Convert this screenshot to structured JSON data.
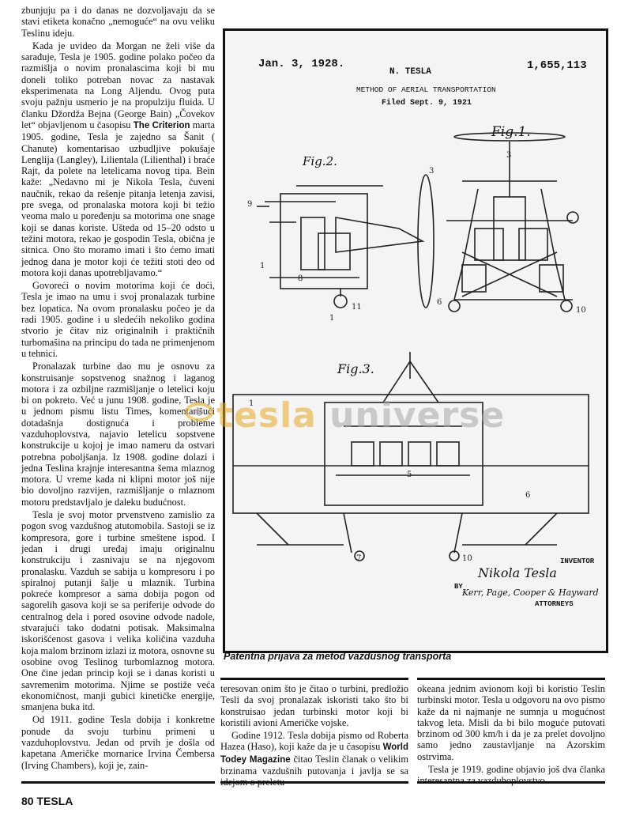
{
  "col1": {
    "p1": "zbunjuju pa i do danas ne dozvoljavaju da se stavi etiketa konačno „nemoguće“ na ovu veliku Teslinu ideju.",
    "p2a": "Kada je uvideo da Morgan ne želi više da sarađuje, Tesla je 1905. godine polako počeo da razmišlja o novim pronalascima koji bi mu doneli toliko potreban novac za nastavak eksperimenata na Long Aljendu. Ovog puta svoju pažnju usmerio je na propulziju fluida. U članku Džordža Bejna (George Bain) „Čovekov let“ objavljenom u časopisu ",
    "p2mag": "The Criterion",
    "p2b": " marta 1905. godine, Tesla je zajedno sa Šanit ( Chanute) komentarisao uzbudljive pokušaje Lenglija (Langley), Lilientala (Lilienthal) i braće Rajt, da polete na letelicama novog tipa. Bein kaže: „Nedavno mi je Nikola Tesla, čuveni naučnik, rekao da rešenje pitanja letenja zavisi, pre svega, od pronalaska motora koji bi težio veoma malo u poređenju sa motorima one snage koji se danas koriste. Ušteda od 15–20 odsto u težini motora, rekao je gospodin Tesla, obična je sitnica. Ono što moramo imati i što ćemo imati jednog dana je motor koji će težiti stoti deo od motora koji danas upotrebljavamo.“",
    "p3": "Govoreći o novim motorima koji će doći, Tesla je imao na umu i svoj pronalazak turbine bez lopatica. Na ovom pronalasku počeo je da radi 1905. godine i u sledećih nekoliko godina stvorio je čitav niz originalnih i praktičnih turbomašina na principu do tada ne primenjenom u tehnici.",
    "p4": "Pronalazak turbine dao mu je osnovu za konstruisanje sopstvenog snažnog i laganog motora i za ozbiljne razmišljanje o letelici koju bi on pokreto. Već u junu 1908. godine, Tesla je u jednom pismu listu Times, komentarišući dotadašnja dostignuća i probleme vazduhoplovstva, najavio letelicu sopstvene konstrukcije u kojoj je imao nameru da ostvari potrebna poboljšanja. Iz 1908. godine dolazi i jedna Teslina krajnje interesantna šema mlaznog motora. U vreme kada ni klipni motor još nije bio dovoljno razvijen, razmišljanje o mlaznom motoru predstavljalo je daleku budućnost.",
    "p5": "Tesla je svoj motor prvenstveno zamislio za pogon svog vazdušnog atutomobila. Sastoji se iz kompresora, gore i turbine smeštene ispod. I jedan i drugi uređaj imaju originalnu konstrukciju i zasnivaju se na njegovom pronalasku. Vazduh se sabija u kompresoru i po spiralnoj putanji šalje u mlaznik. Turbina pokreće kompresor a sama dobija pogon od sagorelih gasova koji se sa periferije odvode do centralnog dela i pored osovine odvode nadole, stvarajući tako dodatni potisak. Maksimalna iskorišćenost gasova i velika količina vazduha koja malom brzinom izlazi iz motora, osnovne su osobine ovog Teslinog turbomlaznog motora. One čine jedan princip koji se i danas koristi u savremenim motorima. Njime se postiže veća ekonomičnost, manji gubici kinetičke energije, smanjena buka itd.",
    "p6": "Od 1911. godine Tesla dobija i konkretne ponude da svoju turbinu primeni u vazduhoplovstvu. Jedan od prvih je došla od kapetana Američke mornarice Irvina Čembersa (Irving Chambers), koji je, zain-"
  },
  "col2": {
    "p1": "teresovan onim što je čitao o turbini, predložio Tesli da svoj pronalazak iskoristi tako što bi konstruisao jedan turbinski motor koji bi koristili avioni Američke vojske.",
    "p2a": "Godine 1912. Tesla dobija pismo od Roberta Hazea (Haso), koji kaže da je u časopisu ",
    "p2mag": "World Todey Magazine",
    "p2b": " čitao Teslin članak o velikim brzinama vazdušnih putovanja i javlja se sa idejom o preletu"
  },
  "col3": {
    "p1": "okeana jednim avionom koji bi koristio Teslin turbinski motor. Tesla u odgovoru na ovo pismo kaže da ni najmanje ne sumnja u mogućnost takvog leta. Misli da bi bilo moguće putovati brzinom od 300 km/h i da je za prelet dovoljno samo jedno zaustavljanje na Azorskim ostrvima.",
    "p2": "Tesla je 1919. godine objavio još dva članka interesantna za vazduhoplovstvo."
  },
  "patent": {
    "date": "Jan. 3, 1928.",
    "inventor": "N. TESLA",
    "number": "1,655,113",
    "title": "METHOD OF AERIAL TRANSPORTATION",
    "filed": "Filed Sept. 9, 1921",
    "fig1": "Fig.1.",
    "fig2": "Fig.2.",
    "fig3": "Fig.3.",
    "inventor_label": "INVENTOR",
    "signature": "Nikola Tesla",
    "by": "BY",
    "attorney_sig": "Kerr, Page, Cooper & Hayward",
    "attorneys_label": "ATTORNEYS"
  },
  "caption": "Patentna prijava za metod vazdušnog transporta",
  "folio": "80 TESLA",
  "watermark": {
    "part1": "tesla",
    "part2": "universe"
  }
}
